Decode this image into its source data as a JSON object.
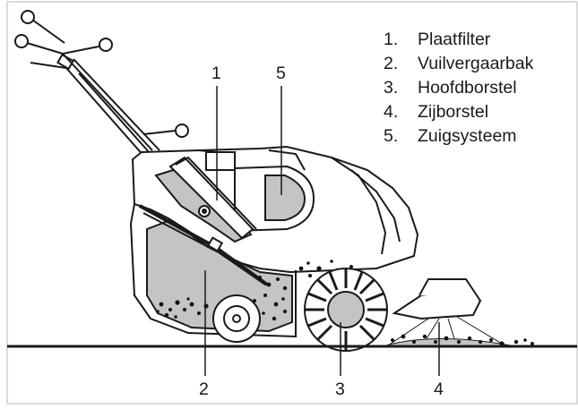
{
  "legend": [
    {
      "number": "1.",
      "label": "Plaatfilter"
    },
    {
      "number": "2.",
      "label": "Vuilvergaarbak"
    },
    {
      "number": "3.",
      "label": "Hoofdborstel"
    },
    {
      "number": "4.",
      "label": "Zijborstel"
    },
    {
      "number": "5.",
      "label": "Zuigsysteem"
    }
  ],
  "callouts": {
    "plate_filter": "1",
    "suction_system": "5",
    "dirt_container": "2",
    "main_brush": "3",
    "side_brush": "4"
  },
  "colors": {
    "outline": "#1a1a1a",
    "body_fill": "#ffffff",
    "shaded_fill": "#c4c4c4",
    "debris": "#111111",
    "frame_border": "#cfcfcf"
  }
}
